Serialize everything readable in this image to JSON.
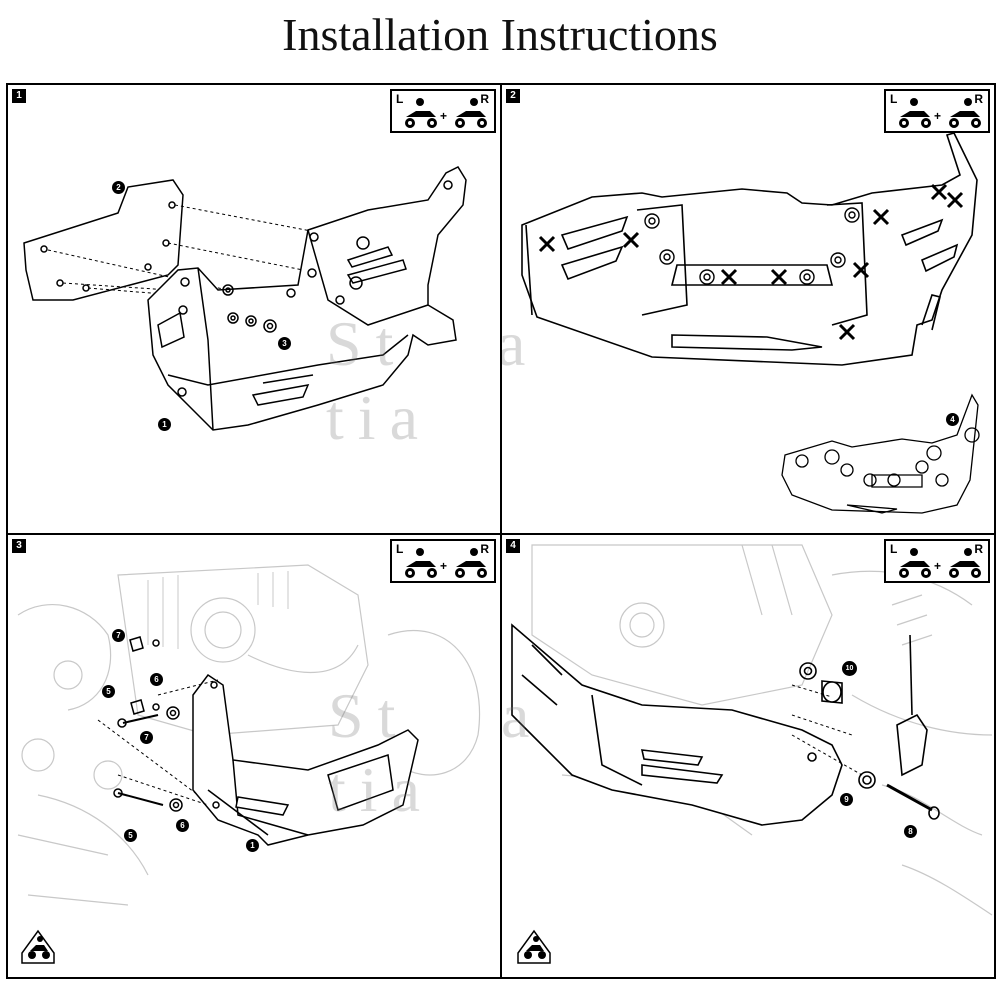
{
  "title": "Installation Instructions",
  "watermark": "St tia",
  "orientation_badge": {
    "left": "L",
    "right": "R",
    "plus": "+"
  },
  "panels": [
    {
      "number": "1",
      "callouts": [
        "2",
        "3",
        "1"
      ]
    },
    {
      "number": "2",
      "callouts": [
        "4"
      ]
    },
    {
      "number": "3",
      "callouts": [
        "7",
        "5",
        "6",
        "7",
        "5",
        "6",
        "1"
      ]
    },
    {
      "number": "4",
      "callouts": [
        "10",
        "9",
        "8"
      ]
    }
  ]
}
